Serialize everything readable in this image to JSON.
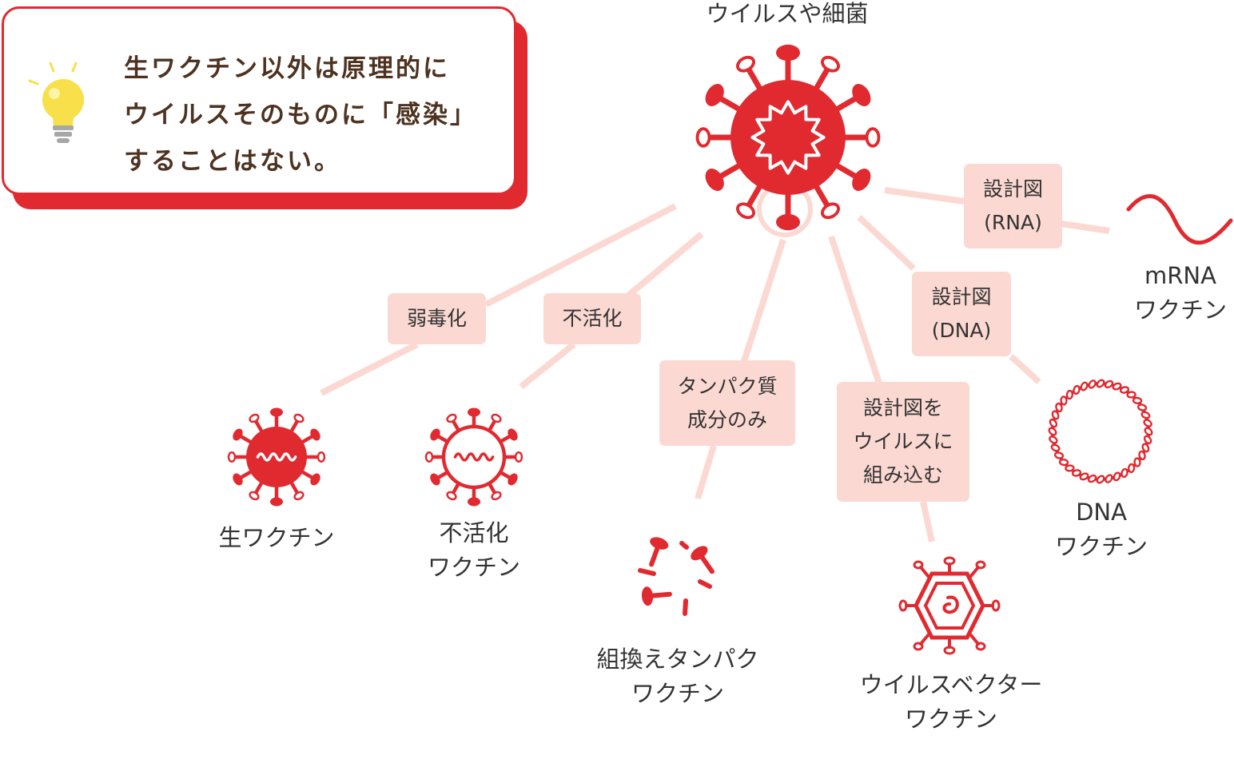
{
  "callout": {
    "icon": "lightbulb-icon",
    "lines": [
      "生ワクチン以外は原理的に",
      "ウイルスそのものに「感染」",
      "することはない。"
    ]
  },
  "source": {
    "label": "ウイルスや細菌",
    "icon": "virus-icon"
  },
  "methods": {
    "attenuated": {
      "lines": [
        "弱毒化"
      ]
    },
    "inactivated": {
      "lines": [
        "不活化"
      ]
    },
    "protein": {
      "lines": [
        "タンパク質",
        "成分のみ"
      ]
    },
    "vector": {
      "lines": [
        "設計図を",
        "ウイルスに",
        "組み込む"
      ]
    },
    "dna": {
      "lines": [
        "設計図",
        "(DNA)"
      ]
    },
    "rna": {
      "lines": [
        "設計図",
        "(RNA)"
      ]
    }
  },
  "vaccines": {
    "live": {
      "lines": [
        "生ワクチン"
      ],
      "icon": "live-virus-icon"
    },
    "inactivated": {
      "lines": [
        "不活化",
        "ワクチン"
      ],
      "icon": "inactivated-virus-icon"
    },
    "recombinant": {
      "lines": [
        "組換えタンパク",
        "ワクチン"
      ],
      "icon": "protein-fragments-icon"
    },
    "vector": {
      "lines": [
        "ウイルスベクター",
        "ワクチン"
      ],
      "icon": "viral-vector-icon"
    },
    "dna": {
      "lines": [
        "DNA",
        "ワクチン"
      ],
      "icon": "dna-ring-icon"
    },
    "mrna": {
      "lines": [
        "mRNA",
        "ワクチン"
      ],
      "icon": "mrna-wave-icon"
    }
  },
  "colors": {
    "accent": "#e02a30",
    "connector": "#fbd9d2",
    "label_bg": "#fbd9d2",
    "callout_text": "#4e3220",
    "bulb": "#f8e04a"
  }
}
